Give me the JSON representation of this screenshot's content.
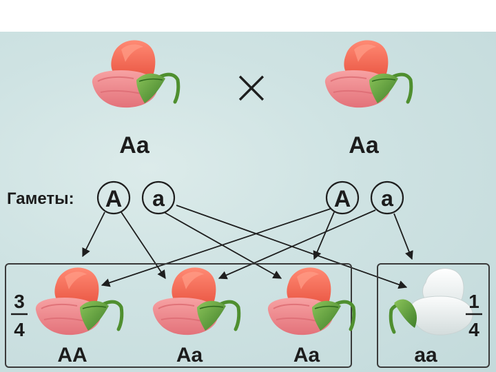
{
  "parents": {
    "left_genotype": "Aa",
    "right_genotype": "Aa",
    "cross_symbol": "×"
  },
  "gametes": {
    "label": "Гаметы:",
    "left": [
      "A",
      "a"
    ],
    "right": [
      "A",
      "a"
    ]
  },
  "offspring": {
    "dominant_group": {
      "fraction_numerator": "3",
      "fraction_denominator": "4",
      "genotypes": [
        "AA",
        "Aa",
        "Aa"
      ],
      "flower_color": "pink"
    },
    "recessive_group": {
      "fraction_numerator": "1",
      "fraction_denominator": "4",
      "genotypes": [
        "aa"
      ],
      "flower_color": "white"
    }
  },
  "colors": {
    "background": "#cde2e2",
    "pink_petal_top": "#f0604f",
    "pink_petal_bottom": "#f58e91",
    "white_petal": "#f4f6f6",
    "leaf_green": "#5d9d3a"
  }
}
